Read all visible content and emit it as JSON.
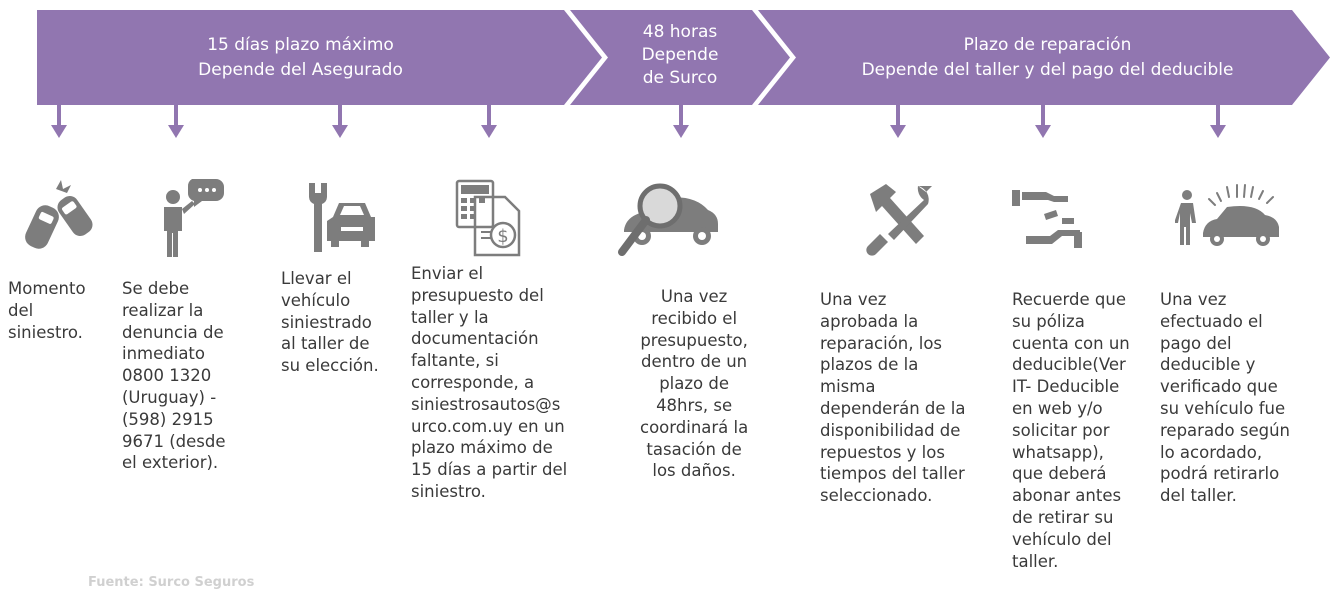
{
  "colors": {
    "banner": "#9176b0",
    "text": "#3a3a3a",
    "icon": "#7d7d7d",
    "arrow": "#9176b0"
  },
  "phases": [
    {
      "lines": [
        "15 días plazo máximo",
        "Depende del Asegurado"
      ]
    },
    {
      "lines": [
        "48 horas",
        "Depende",
        "de Surco"
      ]
    },
    {
      "lines": [
        "Plazo de reparación",
        "Depende del taller y del pago del deducible"
      ]
    }
  ],
  "steps": [
    {
      "icon": "car-crash-icon",
      "lines": [
        "Momento",
        "del",
        "siniestro."
      ]
    },
    {
      "icon": "person-speech-icon",
      "lines": [
        "Se debe",
        "realizar la",
        "denuncia de",
        "inmediato",
        "0800 1320",
        "(Uruguay) -",
        "(598) 2915",
        "9671 (desde",
        "el exterior)."
      ]
    },
    {
      "icon": "wrench-car-icon",
      "lines": [
        "Llevar el",
        "vehículo",
        "siniestrado",
        "al taller de",
        "su elección."
      ]
    },
    {
      "icon": "calculator-document-icon",
      "lines": [
        "Enviar el",
        "presupuesto del",
        "taller y la",
        "documentación",
        "faltante, si",
        "corresponde, a",
        "siniestrosautos@s",
        "urco.com.uy en un",
        "plazo máximo de",
        "15 días a partir del",
        "siniestro."
      ]
    },
    {
      "icon": "magnifier-car-icon",
      "lines": [
        "Una vez",
        "recibido el",
        "presupuesto,",
        "dentro de un",
        "plazo de",
        "48hrs, se",
        "coordinará la",
        "tasación de",
        "los daños."
      ]
    },
    {
      "icon": "hammer-wrench-icon",
      "lines": [
        "Una vez",
        "aprobada la",
        "reparación, los",
        "plazos de la",
        "misma",
        "dependerán de la",
        "disponibilidad de",
        "repuestos y los",
        "tiempos del taller",
        "seleccionado."
      ]
    },
    {
      "icon": "hands-coin-icon",
      "lines": [
        "Recuerde que",
        "su póliza",
        "cuenta con un",
        "deducible(Ver",
        "IT- Deducible",
        "en web y/o",
        "solicitar por",
        "whatsapp),",
        "que deberá",
        "abonar antes",
        "de retirar su",
        "vehículo del",
        "taller."
      ]
    },
    {
      "icon": "person-shiny-car-icon",
      "lines": [
        "Una vez",
        "efectuado el",
        "pago del",
        "deducible y",
        "verificado que",
        "su vehículo fue",
        "reparado según",
        "lo acordado,",
        "podrá retirarlo",
        "del taller."
      ]
    }
  ],
  "footnote": "Fuente: Surco Seguros"
}
